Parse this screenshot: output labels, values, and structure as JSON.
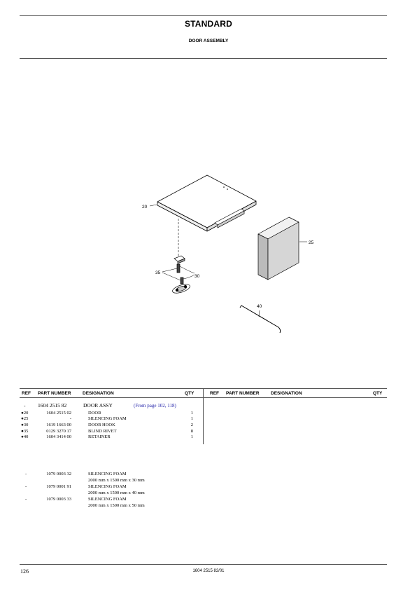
{
  "header": {
    "title": "STANDARD",
    "subtitle": "DOOR ASSEMBLY"
  },
  "callouts": {
    "c20": "20",
    "c25": "25",
    "c30": "30",
    "c35": "35",
    "c40": "40"
  },
  "table": {
    "headers": {
      "ref": "REF",
      "part_number": "PART NUMBER",
      "designation": "DESIGNATION",
      "qty": "QTY"
    },
    "assembly": {
      "ref": "-",
      "part_number": "1604 2515 82",
      "designation": "DOOR ASSY",
      "reference": "(From page 102, 118)"
    },
    "rows": [
      {
        "ref": "●20",
        "part_number": "1604 2515 02",
        "designation": "DOOR",
        "qty": "1"
      },
      {
        "ref": "●25",
        "part_number": "-",
        "designation": "SILENCING FOAM",
        "qty": "1"
      },
      {
        "ref": "●30",
        "part_number": "1619 1663 00",
        "designation": "DOOR HOOK",
        "qty": "2"
      },
      {
        "ref": "●35",
        "part_number": "0129 3270 17",
        "designation": "BLIND RIVET",
        "qty": "8"
      },
      {
        "ref": "●40",
        "part_number": "1604 3414 00",
        "designation": "RETAINER",
        "qty": "1"
      }
    ],
    "extra_rows": [
      {
        "ref": "-",
        "part_number": "1079 0003 32",
        "designation": "SILENCING FOAM",
        "note": "2000 mm x 1500 mm x 30 mm"
      },
      {
        "ref": "-",
        "part_number": "1079 0001 91",
        "designation": "SILENCING FOAM",
        "note": "2000 mm x 1500 mm x 40 mm"
      },
      {
        "ref": "-",
        "part_number": "1079 0003 33",
        "designation": "SILENCING FOAM",
        "note": "2000 mm x 1500 mm x 50 mm"
      }
    ]
  },
  "footer": {
    "page_number": "126",
    "document_number": "1604 2515 82/01"
  }
}
